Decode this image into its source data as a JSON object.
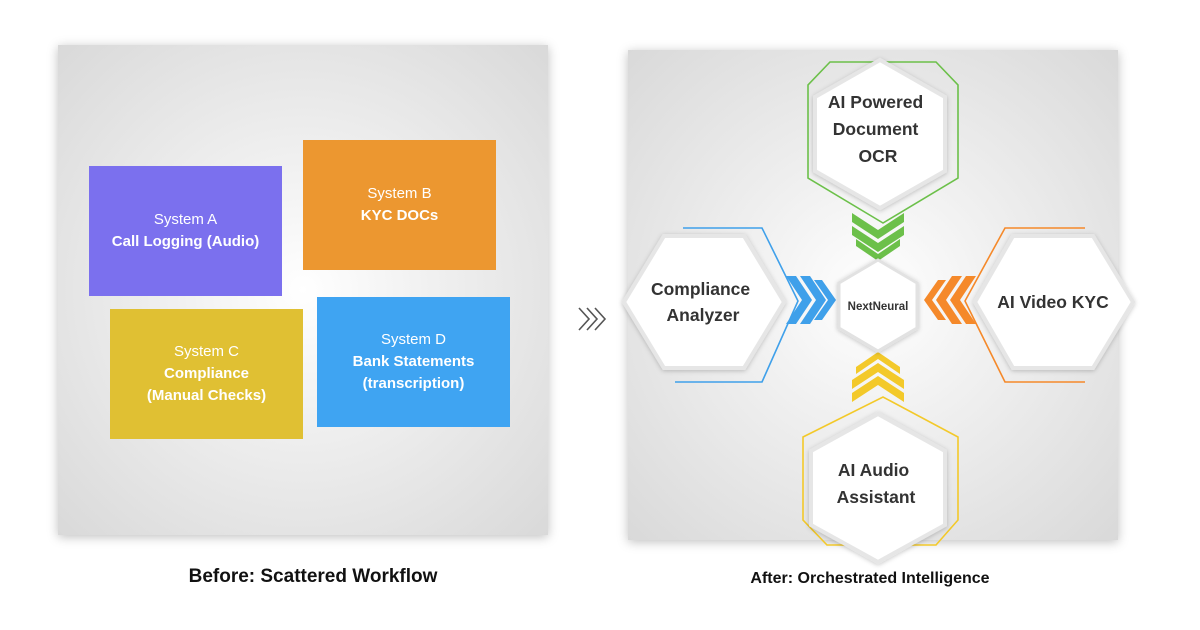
{
  "before": {
    "caption": "Before: Scattered Workflow",
    "systems": [
      {
        "name": "System A",
        "lines": [
          "Call Logging (Audio)"
        ],
        "color": "#7b70ee"
      },
      {
        "name": "System B",
        "lines": [
          "KYC DOCs"
        ],
        "color": "#ec9730"
      },
      {
        "name": "System C",
        "lines": [
          "Compliance",
          "(Manual Checks)"
        ],
        "color": "#e0c033"
      },
      {
        "name": "System D",
        "lines": [
          "Bank Statements",
          "(transcription)"
        ],
        "color": "#3fa4f2"
      }
    ]
  },
  "arrow_icon": "triple-chevron-right-icon",
  "after": {
    "caption": "After: Orchestrated Intelligence",
    "center": {
      "label": "NextNeural"
    },
    "nodes": {
      "top": {
        "lines": [
          "AI Powered",
          "Document",
          "OCR"
        ],
        "color": "#6cc04a"
      },
      "left": {
        "lines": [
          "Compliance",
          "Analyzer"
        ],
        "color": "#3fa0ea"
      },
      "right": {
        "lines": [
          "AI Video KYC"
        ],
        "color": "#f5892a"
      },
      "bottom": {
        "lines": [
          "AI Audio",
          "Assistant"
        ],
        "color": "#f3c92a"
      }
    }
  }
}
